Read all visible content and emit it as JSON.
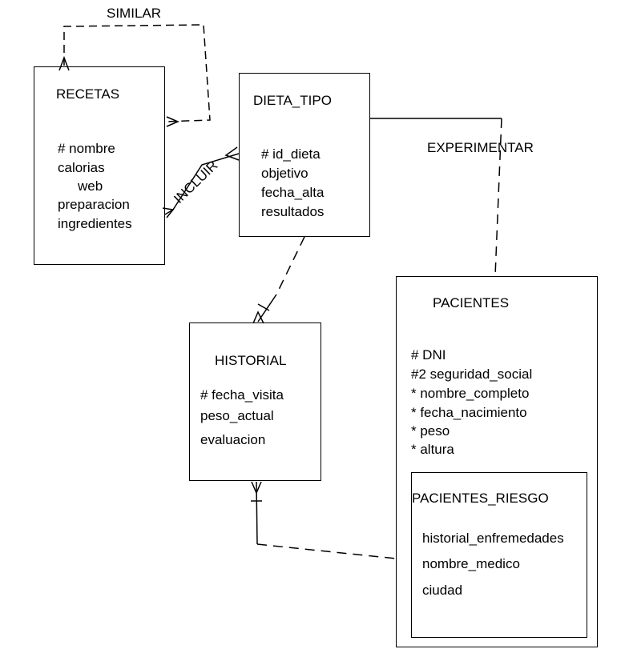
{
  "relationships": {
    "similar": "SIMILAR",
    "experimentar": "EXPERIMENTAR",
    "incluir": "INCLUIR"
  },
  "entities": {
    "recetas": {
      "title": "RECETAS",
      "attributes": [
        "# nombre",
        "calorias",
        "web",
        "preparacion",
        "ingredientes"
      ]
    },
    "dieta_tipo": {
      "title": "DIETA_TIPO",
      "attributes": [
        "# id_dieta",
        "objetivo",
        "fecha_alta",
        "resultados"
      ]
    },
    "historial": {
      "title": "HISTORIAL",
      "attributes": [
        "# fecha_visita",
        "peso_actual",
        "evaluacion"
      ]
    },
    "pacientes": {
      "title": "PACIENTES",
      "attributes": [
        "# DNI",
        "#2 seguridad_social",
        "* nombre_completo",
        "* fecha_nacimiento",
        "* peso",
        "* altura"
      ]
    },
    "pacientes_riesgo": {
      "title": "PACIENTES_RIESGO",
      "attributes": [
        "historial_enfremedades",
        "nombre_medico",
        "ciudad"
      ]
    }
  }
}
